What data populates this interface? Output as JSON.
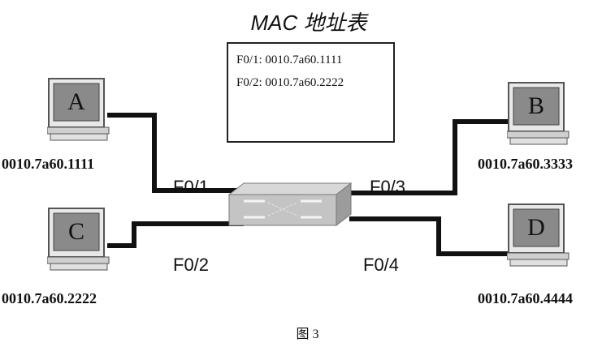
{
  "title": "MAC 地址表",
  "mac_table": {
    "entries": [
      "F0/1: 0010.7a60.1111",
      "F0/2: 0010.7a60.2222"
    ]
  },
  "hosts": {
    "A": {
      "letter": "A",
      "mac": "0010.7a60.1111"
    },
    "B": {
      "letter": "B",
      "mac": "0010.7a60.3333"
    },
    "C": {
      "letter": "C",
      "mac": "0010.7a60.2222"
    },
    "D": {
      "letter": "D",
      "mac": "0010.7a60.4444"
    }
  },
  "ports": {
    "p1": "F0/1",
    "p2": "F0/2",
    "p3": "F0/3",
    "p4": "F0/4"
  },
  "caption": "图 3",
  "icons": {
    "computer": "computer-icon",
    "switch": "network-switch-icon"
  }
}
